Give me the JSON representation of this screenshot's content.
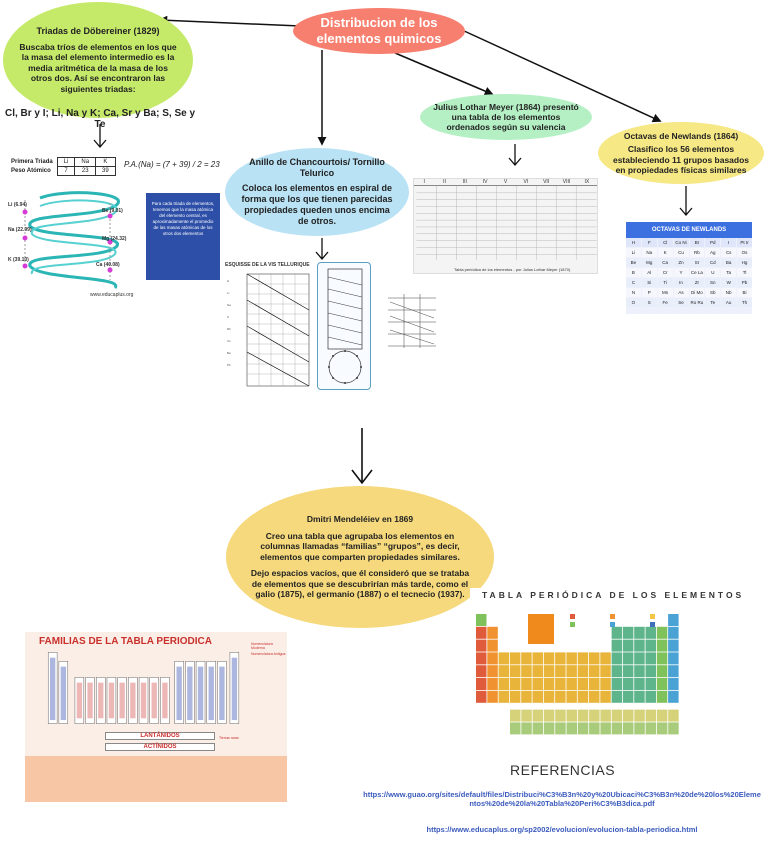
{
  "root": {
    "title": "Distribucion de los elementos quimicos"
  },
  "dobereiner": {
    "title": "Triadas de Döbereiner (1829)",
    "text": "Buscaba tríos de elementos en los que la masa del elemento intermedio es la media aritmética de la masa de los otros dos. Así se encontraron las siguientes triadas:",
    "triads": "Cl, Br y I; Li, Na y K; Ca, Sr y Ba; S, Se y Te",
    "table": {
      "row1_label": "Primera Triada",
      "row2_label": "Peso Atómico",
      "symbols": [
        "Li",
        "Na",
        "K"
      ],
      "masses": [
        "7",
        "23",
        "39"
      ]
    },
    "formula": "P.A.(Na) = (7 + 39) / 2 = 23",
    "box_text": "Para cada triada de elementos, tenemos que la masa atómica del elemento central, es aproximadamente el promedio de las masas atómicas de los otros dos elementos",
    "helix_labels": [
      "Li (6.94)",
      "Na (22.99)",
      "K (39.10)",
      "Be (9.01)",
      "Mg (24.32)",
      "Ca (40.08)"
    ],
    "watermark": "www.educaplus.org"
  },
  "chancourtois": {
    "title": "Anillo de Chancourtois/ Tornillo Telurico",
    "text": "Coloca los elementos en espiral de forma que los que tienen parecidas propiedades queden unos encima de otros.",
    "fig_title": "ESQUISSE DE LA VIS TELLURIQUE"
  },
  "meyer": {
    "text": "Julius Lothar Meyer (1864) presentó una tabla de los elementos ordenados según su valencia",
    "headers": [
      "I",
      "II",
      "III",
      "IV",
      "V",
      "VI",
      "VII",
      "VIII",
      "IX"
    ],
    "caption": "Tabla periódica de los elementos - por Julius Lothar Meyer (1870)"
  },
  "newlands": {
    "title": "Octavas de Newlands (1864)",
    "text": "Clasifico los 56 elementos estableciendo 11 grupos basados en propiedades físicas similares",
    "img_title": "OCTAVAS DE NEWLANDS",
    "header_row": [
      "H",
      "F",
      "Cl",
      "Co Ni",
      "Br",
      "Pd",
      "I",
      "Pt Ir"
    ],
    "rows": [
      [
        "Li",
        "Na",
        "K",
        "Cu",
        "Rb",
        "Ag",
        "Cs",
        "Os"
      ],
      [
        "Be",
        "Mg",
        "Ca",
        "Zn",
        "Sr",
        "Cd",
        "Ba",
        "Hg"
      ],
      [
        "B",
        "Al",
        "Cr",
        "Y",
        "Ce La",
        "U",
        "Ta",
        "Tl"
      ],
      [
        "C",
        "Si",
        "Ti",
        "In",
        "Zr",
        "Sn",
        "W",
        "Pb"
      ],
      [
        "N",
        "P",
        "Mn",
        "As",
        "Di Mo",
        "Sb",
        "Nb",
        "Bi"
      ],
      [
        "O",
        "S",
        "Fe",
        "Se",
        "Ro Ru",
        "Te",
        "Au",
        "Th"
      ]
    ]
  },
  "mendeleev": {
    "title": "Dmitri Mendeléiev en 1869",
    "p1": "Creo una tabla que agrupaba los elementos en columnas llamadas “familias” “grupos”, es decir, elementos que comparten propiedades similares.",
    "p2": "Dejo espacios vacíos, que él consideró que se trataba de elementos que se descubrirían más tarde, como el galio (1875), el germanio (1887) o el tecnecio (1937)."
  },
  "familias": {
    "title": "FAMILIAS DE LA TABLA PERIODICA",
    "lantanidos": "LANTÁNIDOS",
    "actinidos": "ACTÍNIDOS",
    "side_notes": [
      "Nomenclatura Moderna",
      "Nomenclatura Antigua",
      "Tierras raras"
    ]
  },
  "tabla": {
    "title": "TABLA PERIÓDICA DE LOS ELEMENTOS"
  },
  "referencias": {
    "title": "REFERENCIAS",
    "link1": "https://www.guao.org/sites/default/files/Distribuci%C3%B3n%20y%20Ubicaci%C3%B3n%20de%20los%20Elementos%20de%20la%20Tabla%20Peri%C3%B3dica.pdf",
    "link2": "https://www.educaplus.org/sp2002/evolucion/evolucion-tabla-periodica.html"
  },
  "colors": {
    "root": "#f77f6f",
    "dobereiner": "#c5ea6a",
    "chancourtois": "#b9e2f4",
    "meyer": "#b4f0c4",
    "newlands": "#f6e885",
    "mendeleev": "#f5d97c",
    "link": "#3b5bbd"
  }
}
